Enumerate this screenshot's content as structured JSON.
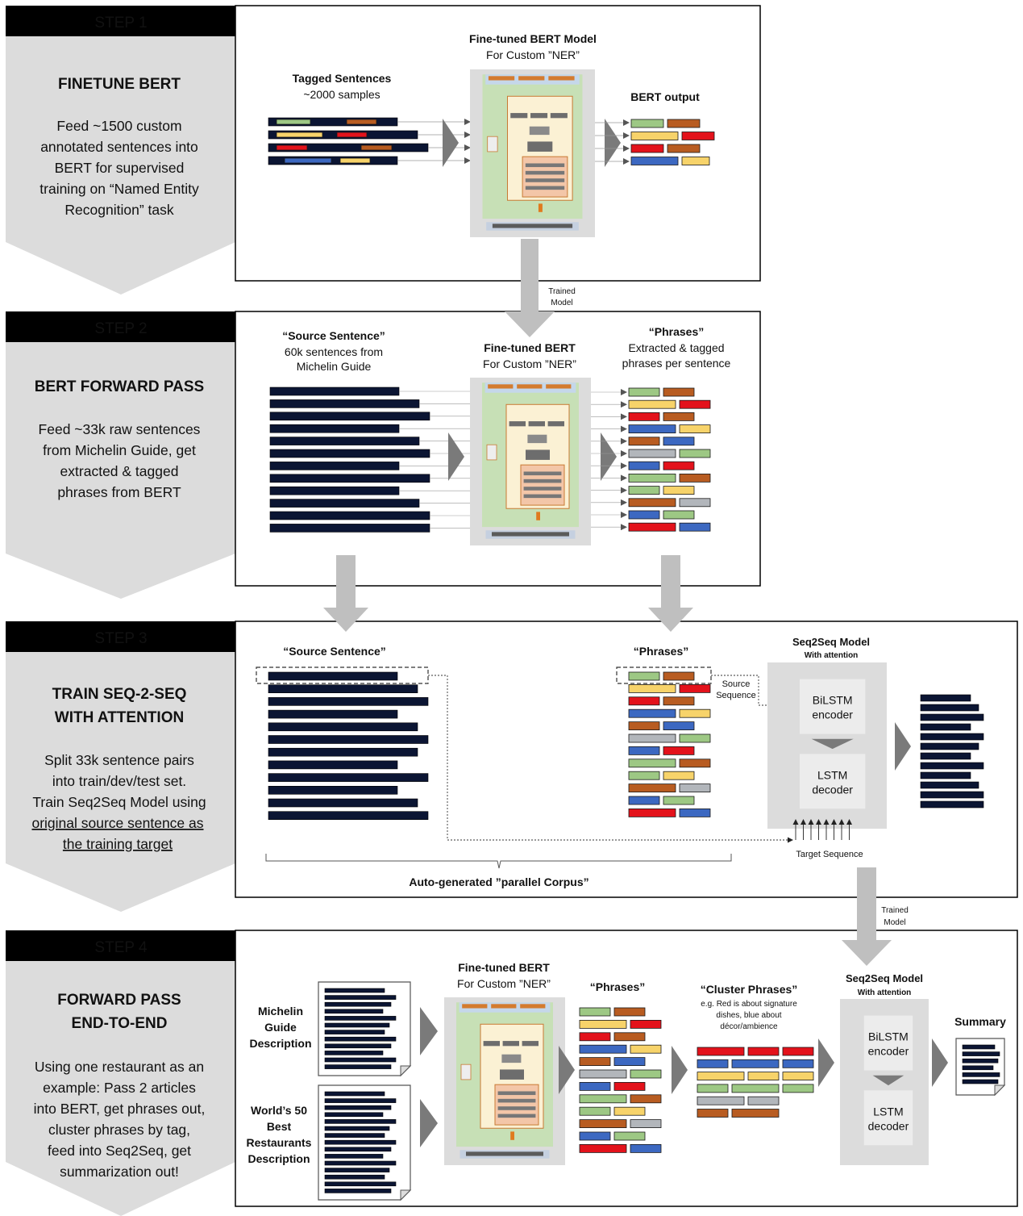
{
  "colors": {
    "green": "#9dc884",
    "orange": "#b85c21",
    "yellow": "#f7d36a",
    "red": "#e3121b",
    "blue": "#3c68c1",
    "gray": "#b2b6bb",
    "navy": "#0b1533",
    "header_black": "#000000",
    "panel_gray": "#dcdcdc",
    "arrow_gray": "#bfbfbf"
  },
  "steps": [
    {
      "header": "STEP 1",
      "title_lines": [
        "FINETUNE BERT"
      ],
      "desc_lines": [
        "Feed ~1500 custom",
        "annotated sentences into",
        "BERT for supervised",
        "training on “Named Entity",
        "Recognition” task"
      ]
    },
    {
      "header": "STEP 2",
      "title_lines": [
        "BERT FORWARD PASS"
      ],
      "desc_lines": [
        "Feed ~33k raw sentences",
        "from Michelin Guide, get",
        "extracted & tagged",
        "phrases from BERT"
      ]
    },
    {
      "header": "STEP 3",
      "title_lines": [
        "TRAIN SEQ-2-SEQ",
        "WITH ATTENTION"
      ],
      "desc_lines": [
        "Split 33k sentence pairs",
        "into train/dev/test set.",
        "Train Seq2Seq Model using"
      ],
      "desc_underlined": [
        "original source sentence as",
        "the training target"
      ]
    },
    {
      "header": "STEP 4",
      "title_lines": [
        "FORWARD PASS",
        "END-TO-END"
      ],
      "desc_lines": [
        "Using one restaurant as an",
        "example: Pass 2 articles",
        "into BERT, get phrases out,",
        "cluster phrases by tag,",
        "feed into Seq2Seq, get",
        "summarization out!"
      ]
    }
  ],
  "step1": {
    "tagged_title": "Tagged Sentences",
    "tagged_sub": "~2000 samples",
    "model_title": "Fine-tuned BERT Model",
    "model_sub": "For Custom ”NER”",
    "output_title": "BERT output"
  },
  "between12": [
    "Trained",
    "Model"
  ],
  "step2": {
    "source_title": "“Source Sentence”",
    "source_sub_lines": [
      "60k sentences from",
      "Michelin Guide"
    ],
    "model_title": "Fine-tuned BERT",
    "model_sub": "For Custom ”NER”",
    "phrases_title": "“Phrases”",
    "phrases_sub_lines": [
      "Extracted & tagged",
      "phrases per sentence"
    ]
  },
  "step3": {
    "source_title": "“Source Sentence”",
    "phrases_title": "“Phrases”",
    "source_seq_lines": [
      "Source",
      "Sequence"
    ],
    "model_title": "Seq2Seq Model",
    "model_sub": "With attention",
    "encoder_lines": [
      "BiLSTM",
      "encoder"
    ],
    "decoder_lines": [
      "LSTM",
      "decoder"
    ],
    "target_seq": "Target Sequence",
    "corpus": "Auto-generated ”parallel Corpus”"
  },
  "between34": [
    "Trained",
    "Model"
  ],
  "step4": {
    "doc1_lines": [
      "Michelin",
      "Guide",
      "Description"
    ],
    "doc2_lines": [
      "World’s 50",
      "Best",
      "Restaurants",
      "Description"
    ],
    "model_title": "Fine-tuned BERT",
    "model_sub": "For Custom ”NER”",
    "phrases_title": "“Phrases”",
    "cluster_title": "“Cluster Phrases”",
    "cluster_note_lines": [
      "e.g. Red is about signature",
      "dishes, blue about",
      "décor/ambience"
    ],
    "seq_title": "Seq2Seq Model",
    "seq_sub": "With attention",
    "encoder_lines": [
      "BiLSTM",
      "encoder"
    ],
    "decoder_lines": [
      "LSTM",
      "decoder"
    ],
    "summary_title": "Summary"
  }
}
